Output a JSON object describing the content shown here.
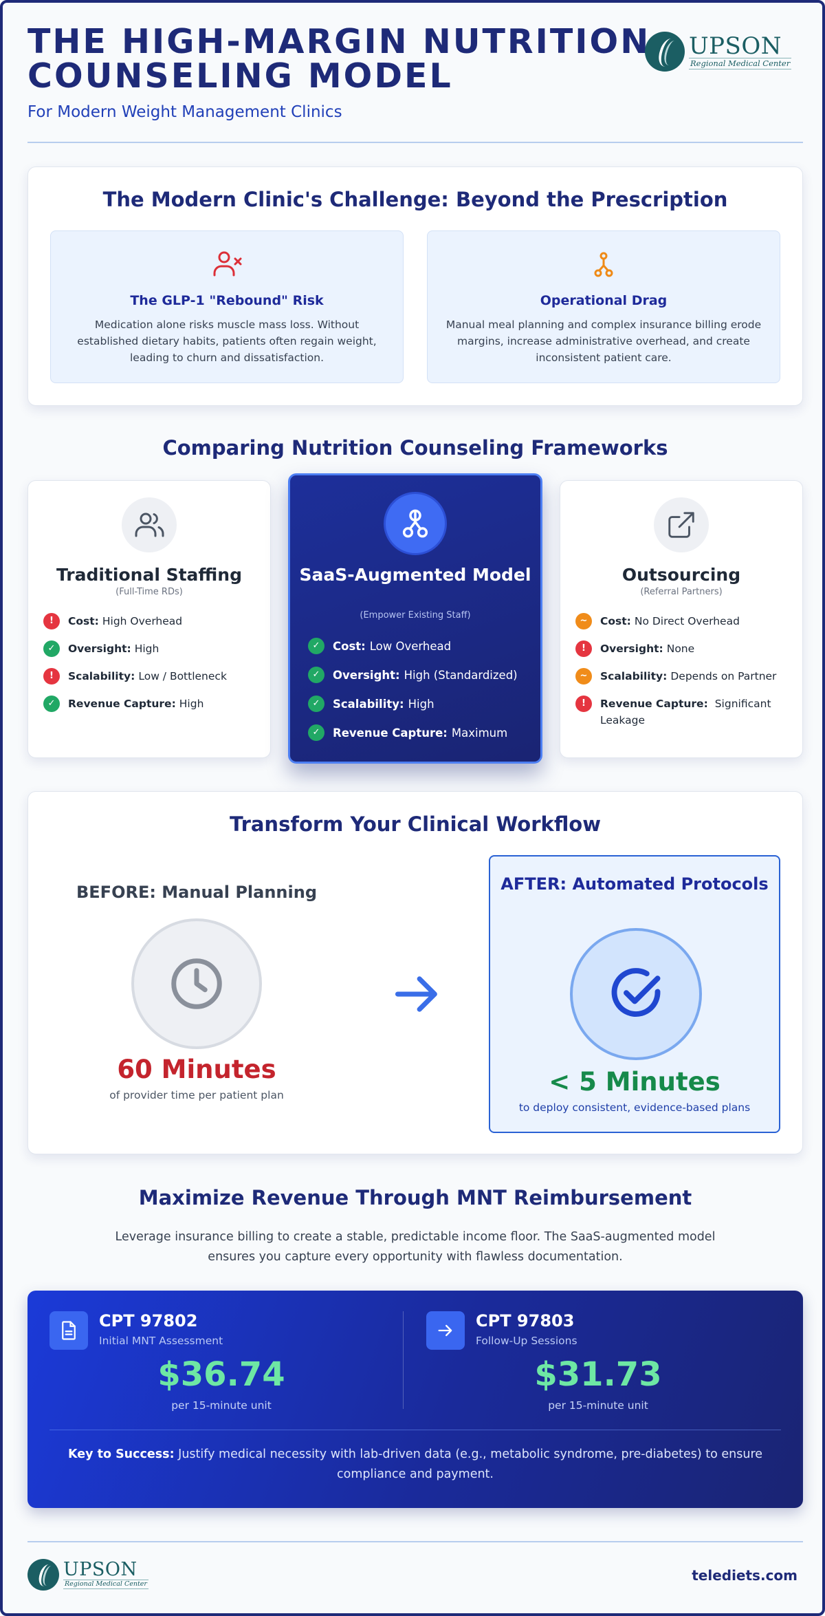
{
  "header": {
    "title": "THE HIGH-MARGIN NUTRITION COUNSELING MODEL",
    "subtitle": "For Modern Weight Management Clinics",
    "logo_name": "UPSON",
    "logo_sub": "Regional Medical Center"
  },
  "challenge": {
    "title": "The Modern Clinic's Challenge: Beyond the Prescription",
    "items": [
      {
        "icon": "user-x-icon",
        "title": "The GLP-1 \"Rebound\" Risk",
        "text": "Medication alone risks muscle mass loss. Without established dietary habits, patients often regain weight, leading to churn and dissatisfaction."
      },
      {
        "icon": "network-icon",
        "title": "Operational Drag",
        "text": "Manual meal planning and complex insurance billing erode margins, increase administrative overhead, and create inconsistent patient care."
      }
    ]
  },
  "frameworks": {
    "title": "Comparing Nutrition Counseling Frameworks",
    "cards": [
      {
        "icon": "users-icon",
        "title": "Traditional Staffing",
        "tagline": "(Full-Time RDs)",
        "rows": [
          {
            "status": "bad",
            "symbol": "!",
            "label": "Cost:",
            "value": "High Overhead"
          },
          {
            "status": "good",
            "symbol": "✓",
            "label": "Oversight:",
            "value": "High"
          },
          {
            "status": "bad",
            "symbol": "!",
            "label": "Scalability:",
            "value": "Low / Bottleneck"
          },
          {
            "status": "good",
            "symbol": "✓",
            "label": "Revenue Capture:",
            "value": "High"
          }
        ]
      },
      {
        "icon": "network-icon",
        "title": "SaaS-Augmented Model",
        "tagline": "(Empower Existing Staff)",
        "rows": [
          {
            "status": "good",
            "symbol": "✓",
            "label": "Cost:",
            "value": "Low Overhead"
          },
          {
            "status": "good",
            "symbol": "✓",
            "label": "Oversight:",
            "value": "High (Standardized)"
          },
          {
            "status": "good",
            "symbol": "✓",
            "label": "Scalability:",
            "value": "High"
          },
          {
            "status": "good",
            "symbol": "✓",
            "label": "Revenue Capture:",
            "value": "Maximum"
          }
        ]
      },
      {
        "icon": "external-link-icon",
        "title": "Outsourcing",
        "tagline": "(Referral Partners)",
        "rows": [
          {
            "status": "warn",
            "symbol": "~",
            "label": "Cost:",
            "value": "No Direct Overhead"
          },
          {
            "status": "bad",
            "symbol": "!",
            "label": "Oversight:",
            "value": "None"
          },
          {
            "status": "warn",
            "symbol": "~",
            "label": "Scalability:",
            "value": "Depends on Partner"
          },
          {
            "status": "bad",
            "symbol": "!",
            "label": "Revenue Capture:",
            "value": "Significant Leakage"
          }
        ]
      }
    ]
  },
  "workflow": {
    "title": "Transform Your Clinical Workflow",
    "before": {
      "title": "BEFORE: Manual Planning",
      "value": "60 Minutes",
      "caption": "of provider time per patient plan",
      "icon": "clock-icon"
    },
    "arrow_icon": "arrow-right-icon",
    "after": {
      "title": "AFTER: Automated Protocols",
      "value": "< 5 Minutes",
      "caption": "to deploy consistent, evidence-based plans",
      "icon": "check-circle-icon"
    }
  },
  "revenue": {
    "title": "Maximize Revenue Through MNT Reimbursement",
    "description": "Leverage insurance billing to create a stable, predictable income floor. The SaaS-augmented model ensures you capture every opportunity with flawless documentation.",
    "codes": [
      {
        "icon": "document-icon",
        "code": "CPT 97802",
        "desc": "Initial MNT Assessment",
        "price": "$36.74",
        "unit": "per 15-minute unit"
      },
      {
        "icon": "arrow-right-icon",
        "code": "CPT 97803",
        "desc": "Follow-Up Sessions",
        "price": "$31.73",
        "unit": "per 15-minute unit"
      }
    ],
    "key_label": "Key to Success:",
    "key_text": "Justify medical necessity with lab-driven data (e.g., metabolic syndrome, pre-diabetes) to ensure compliance and payment."
  },
  "footer": {
    "url": "telediets.com"
  },
  "colors": {
    "navy": "#1e2a78",
    "accent_blue": "#2a62d4",
    "bad": "#e53540",
    "good": "#21a865",
    "warn": "#f08c1a",
    "price_green": "#6ee7a4"
  }
}
